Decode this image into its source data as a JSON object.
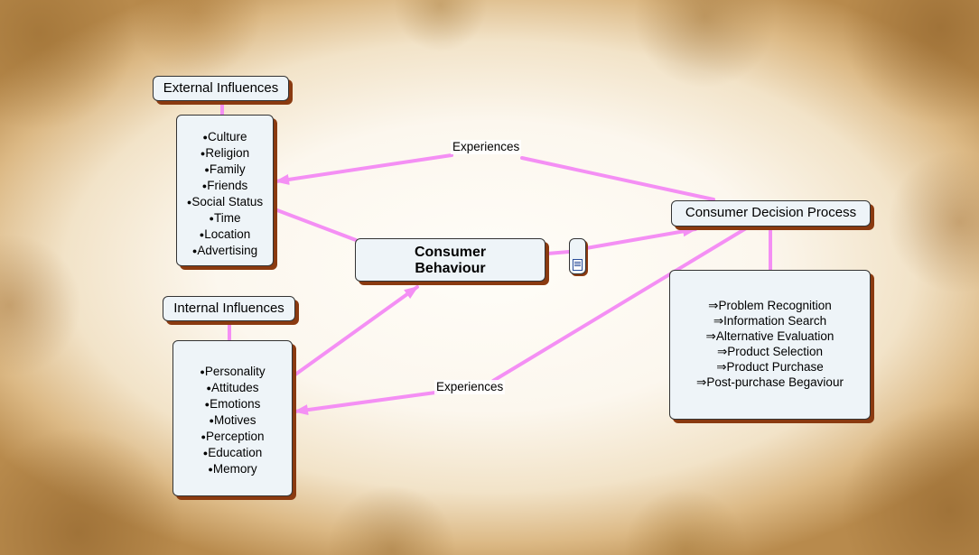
{
  "colors": {
    "link": "#f48ff4",
    "node_fill": "#eef4f8",
    "node_shadow": "#8a3a10"
  },
  "nodes": {
    "external_influences": "External Influences",
    "external_list": [
      "Culture",
      "Religion",
      "Family",
      "Friends",
      "Social Status",
      "Time",
      "Location",
      "Advertising"
    ],
    "internal_influences": "Internal Influences",
    "internal_list": [
      "Personality",
      "Attitudes",
      "Emotions",
      "Motives",
      "Perception",
      "Education",
      "Memory"
    ],
    "central_line1": "Consumer",
    "central_line2": "Behaviour",
    "decision_process": "Consumer Decision Process",
    "decision_steps": [
      "Problem Recognition",
      "Information Search",
      "Alternative Evaluation",
      "Product Selection",
      "Product Purchase",
      "Post-purchase Begaviour"
    ]
  },
  "links": {
    "experiences_top": "Experiences",
    "experiences_bottom": "Experiences"
  },
  "icons": {
    "attached_resource": "document-icon"
  }
}
